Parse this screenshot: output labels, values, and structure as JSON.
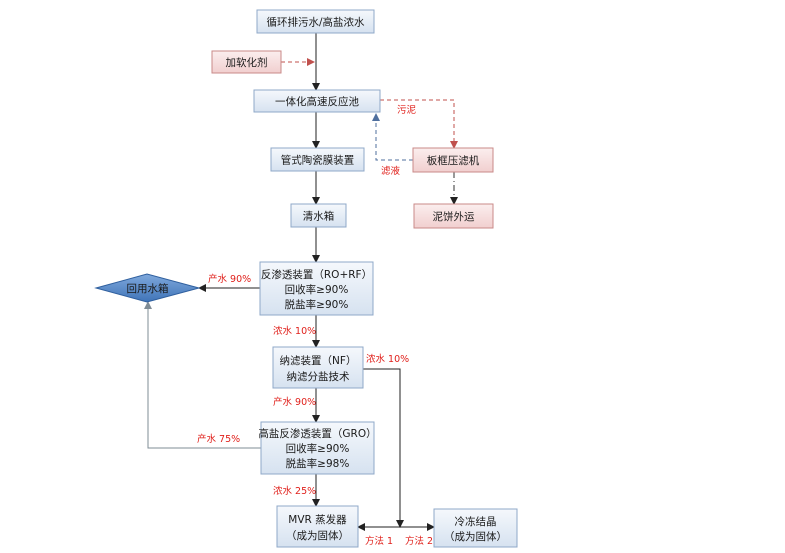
{
  "nodes": {
    "source": "循环排污水/高盐浓水",
    "softener": "加软化剂",
    "reactor": "一体化高速反应池",
    "filter_press": "板框压滤机",
    "ceramic": "管式陶瓷膜装置",
    "sludge_out": "泥饼外运",
    "clear_tank": "清水箱",
    "ro_line1": "反渗透装置（RO+RF）",
    "ro_line2": "回收率≥90%",
    "ro_line3": "脱盐率≥90%",
    "reuse_tank": "回用水箱",
    "nf_line1": "纳滤装置（NF）",
    "nf_line2": "纳滤分盐技术",
    "gro_line1": "高盐反渗透装置（GRO）",
    "gro_line2": "回收率≥90%",
    "gro_line3": "脱盐率≥98%",
    "mvr_line1": "MVR 蒸发器",
    "mvr_line2": "（成为固体）",
    "freeze_line1": "冷冻结晶",
    "freeze_line2": "（成为固体）"
  },
  "edge_labels": {
    "sludge": "污泥",
    "filtrate": "滤液",
    "ro_product": "产水 90%",
    "ro_concentrate": "浓水 10%",
    "nf_concentrate": "浓水 10%",
    "nf_product": "产水 90%",
    "gro_product": "产水 75%",
    "gro_concentrate": "浓水 25%",
    "method1": "方法 1",
    "method2": "方法 2"
  },
  "colors": {
    "process_fill": "#dde7f3",
    "side_fill": "#f6dcdc",
    "diamond_fill": "#4f86c6",
    "label_red": "#e0201b"
  }
}
